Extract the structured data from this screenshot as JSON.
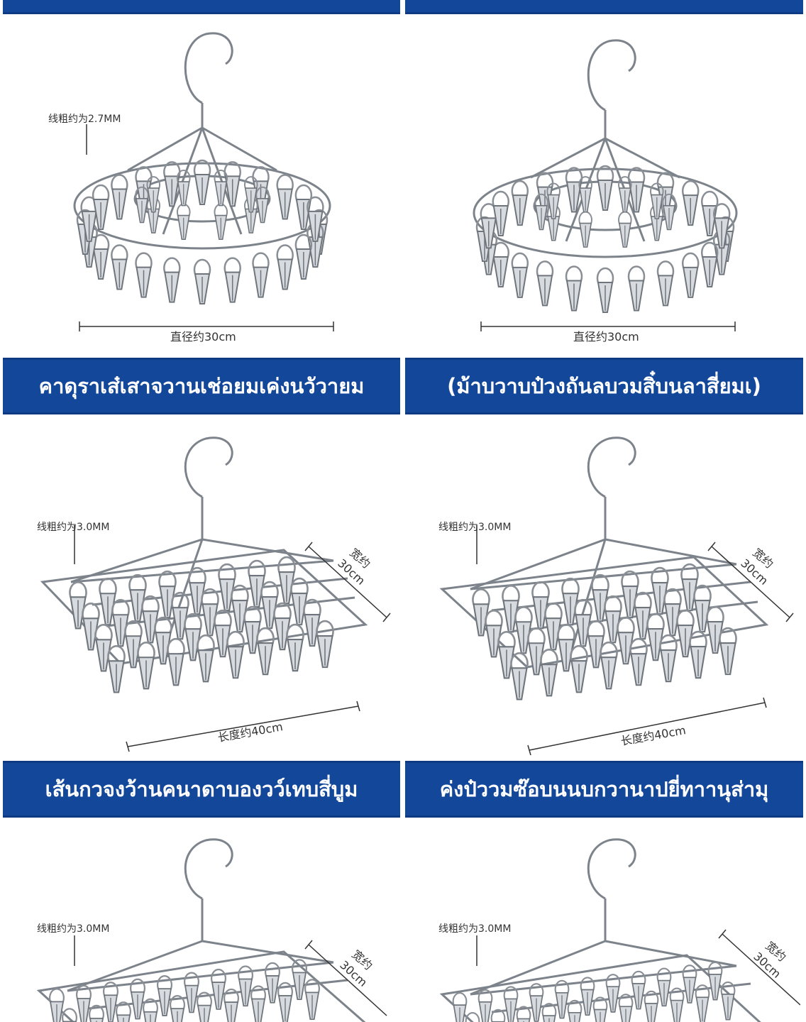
{
  "banners": [
    "คาดุราเส๋เสาจวานเช่อยมเค่งนวัวายม",
    "(ม้าบวาบป๋วงถันลบวมสิ๋บนลาสี่ยมเ)",
    "เส้นกวจงว้านคนาดาบองวว์เทบสี่บูม",
    "ค่งป๋ววมซ๊อบนนบกวานาปยี่ทาานุส่ามุ"
  ],
  "products": [
    {
      "wire": "线粗约为2.7MM",
      "diameter": "直径约30cm"
    },
    {
      "wire": "",
      "diameter": "直径约30cm"
    },
    {
      "wire": "线粗约为3.0MM",
      "width1": "宽约",
      "width2": "30cm",
      "length": "长度约40cm"
    },
    {
      "wire": "线粗约为3.0MM",
      "width1": "宽约",
      "width2": "30cm",
      "length": "长度约40cm"
    },
    {
      "wire": "线粗约为3.0MM",
      "width1": "宽约",
      "width2": "30cm"
    },
    {
      "wire": "线粗约为3.0MM",
      "width1": "宽约",
      "width2": "30cm"
    }
  ],
  "colors": {
    "banner_bg": "#13479a",
    "banner_text": "#ffffff",
    "metal": "#8a8f96"
  }
}
